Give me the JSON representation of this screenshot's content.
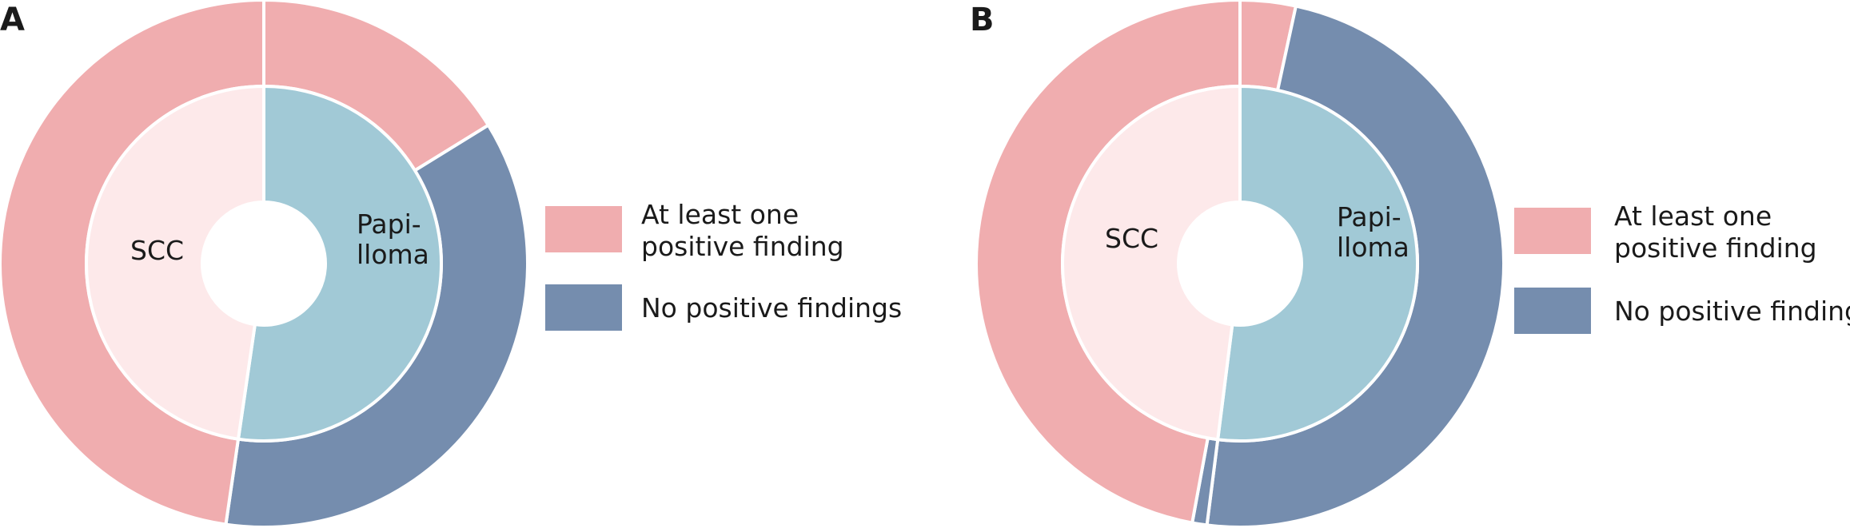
{
  "colors": {
    "positive": "#f0adaf",
    "negative": "#758dae",
    "scc_inner": "#fde9ea",
    "papilloma_inner": "#a1c9d6",
    "stroke": "#ffffff"
  },
  "chart_data": [
    {
      "type": "pie",
      "panel": "A",
      "inner": {
        "categories": [
          "Papilloma",
          "SCC"
        ],
        "labels": [
          [
            "Papi-",
            "lloma"
          ],
          [
            "SCC"
          ]
        ],
        "values": [
          52.3,
          47.7
        ]
      },
      "outer": {
        "series": [
          {
            "name": "At least one positive finding",
            "group": "Papilloma",
            "value": 16.2
          },
          {
            "name": "No positive findings",
            "group": "Papilloma",
            "value": 36.1
          },
          {
            "name": "No positive findings",
            "group": "SCC",
            "value": 0.0
          },
          {
            "name": "At least one positive finding",
            "group": "SCC",
            "value": 47.7
          }
        ]
      },
      "legend": {
        "placement": "right",
        "entries": [
          {
            "label": "At least one positive finding",
            "lines": [
              "At least one",
              "positive finding"
            ],
            "color": "#f0adaf"
          },
          {
            "label": "No positive findings",
            "lines": [
              "No positive findings"
            ],
            "color": "#758dae"
          }
        ]
      }
    },
    {
      "type": "pie",
      "panel": "B",
      "inner": {
        "categories": [
          "Papilloma",
          "SCC"
        ],
        "labels": [
          [
            "Papi-",
            "lloma"
          ],
          [
            "SCC"
          ]
        ],
        "values": [
          52.0,
          48.0
        ]
      },
      "outer": {
        "series": [
          {
            "name": "At least one positive finding",
            "group": "Papilloma",
            "value": 3.4
          },
          {
            "name": "No positive findings",
            "group": "Papilloma",
            "value": 48.6
          },
          {
            "name": "No positive findings",
            "group": "SCC",
            "value": 0.9
          },
          {
            "name": "At least one positive finding",
            "group": "SCC",
            "value": 47.1
          }
        ]
      },
      "legend": {
        "placement": "right",
        "entries": [
          {
            "label": "At least one positive finding",
            "lines": [
              "At least one",
              "positive finding"
            ],
            "color": "#f0adaf"
          },
          {
            "label": "No positive findings",
            "lines": [
              "No positive findings"
            ],
            "color": "#758dae"
          }
        ]
      }
    }
  ]
}
